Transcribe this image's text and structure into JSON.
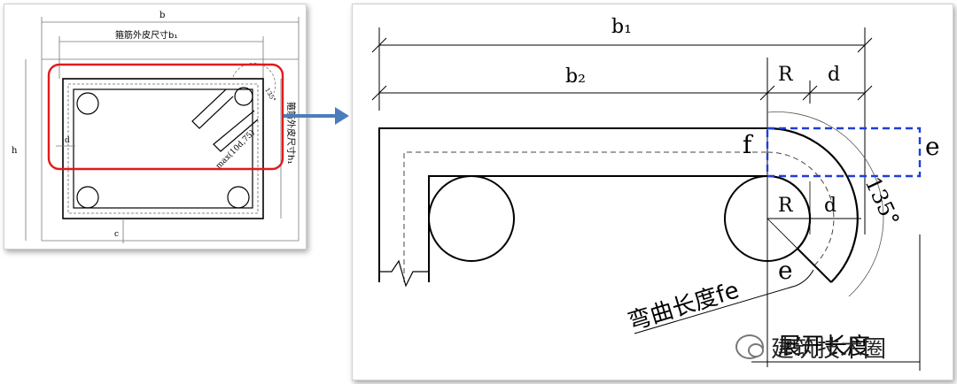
{
  "left_diagram": {
    "labels": {
      "b": "b",
      "stirrup_width": "箍筋外皮尺寸b₁",
      "h": "h",
      "d": "d",
      "c": "c",
      "angle": "135°",
      "hook_length": "max(10d,75)",
      "stirrup_height": "箍筋外皮尺寸h₁"
    },
    "highlight_color": "#e01b1b"
  },
  "arrow_color": "#4a7ebb",
  "detail_diagram": {
    "labels": {
      "b1": "b₁",
      "b2": "b₂",
      "R_top": "R",
      "d_top": "d",
      "f": "f",
      "e_right": "e",
      "angle": "135°",
      "R_inner": "R",
      "d_inner": "d",
      "e_bottom": "e",
      "bend_length": "弯曲长度fe",
      "expanded_length": "展开长度"
    },
    "dashed_box_color": "#1f3fd6"
  },
  "watermark": {
    "text": "建筑技术圈"
  }
}
